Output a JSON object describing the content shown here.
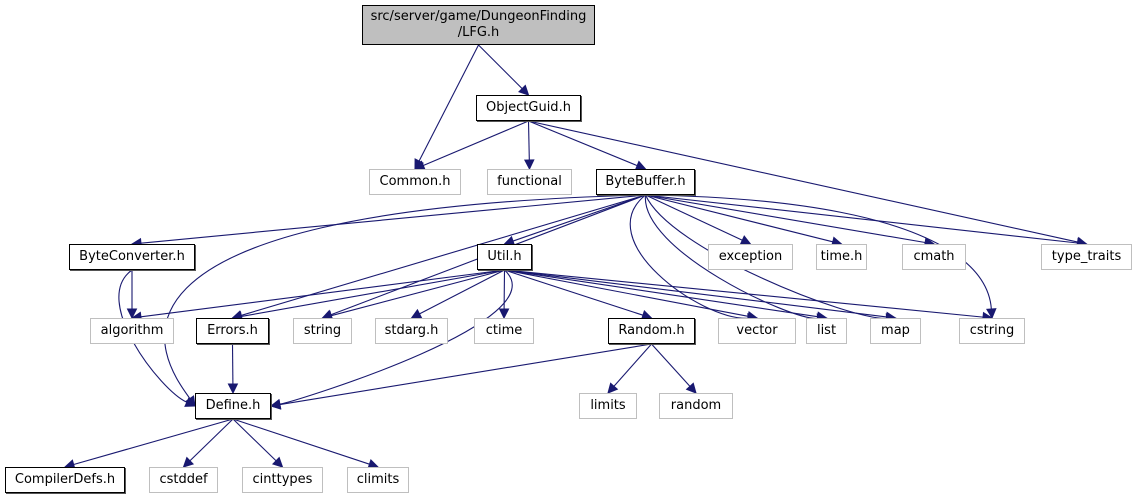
{
  "graph": {
    "title": "Include dependency graph for LFG.h",
    "colors": {
      "edge": "#191970",
      "root_fill": "#bfbfbf",
      "documented_border": "#000000",
      "external_border": "#bfbfbf"
    },
    "nodes": {
      "lfg": {
        "label": "src/server/game/DungeonFinding\n/LFG.h",
        "kind": "root"
      },
      "objectguid": {
        "label": "ObjectGuid.h",
        "kind": "documented"
      },
      "common": {
        "label": "Common.h",
        "kind": "external"
      },
      "functional": {
        "label": "functional",
        "kind": "external"
      },
      "bytebuffer": {
        "label": "ByteBuffer.h",
        "kind": "documented"
      },
      "byteconverter": {
        "label": "ByteConverter.h",
        "kind": "documented"
      },
      "util": {
        "label": "Util.h",
        "kind": "documented"
      },
      "exception": {
        "label": "exception",
        "kind": "external"
      },
      "timeh": {
        "label": "time.h",
        "kind": "external"
      },
      "cmath": {
        "label": "cmath",
        "kind": "external"
      },
      "type_traits": {
        "label": "type_traits",
        "kind": "external"
      },
      "algorithm": {
        "label": "algorithm",
        "kind": "external"
      },
      "errors": {
        "label": "Errors.h",
        "kind": "documented"
      },
      "string": {
        "label": "string",
        "kind": "external"
      },
      "stdarg": {
        "label": "stdarg.h",
        "kind": "external"
      },
      "ctime": {
        "label": "ctime",
        "kind": "external"
      },
      "random_h": {
        "label": "Random.h",
        "kind": "documented"
      },
      "vector": {
        "label": "vector",
        "kind": "external"
      },
      "list": {
        "label": "list",
        "kind": "external"
      },
      "map": {
        "label": "map",
        "kind": "external"
      },
      "cstring": {
        "label": "cstring",
        "kind": "external"
      },
      "define": {
        "label": "Define.h",
        "kind": "documented"
      },
      "limits": {
        "label": "limits",
        "kind": "external"
      },
      "random": {
        "label": "random",
        "kind": "external"
      },
      "compilerdefs": {
        "label": "CompilerDefs.h",
        "kind": "documented"
      },
      "cstddef": {
        "label": "cstddef",
        "kind": "external"
      },
      "cinttypes": {
        "label": "cinttypes",
        "kind": "external"
      },
      "climits": {
        "label": "climits",
        "kind": "external"
      }
    },
    "edges": [
      [
        "lfg",
        "common"
      ],
      [
        "lfg",
        "objectguid"
      ],
      [
        "objectguid",
        "common"
      ],
      [
        "objectguid",
        "functional"
      ],
      [
        "objectguid",
        "bytebuffer"
      ],
      [
        "objectguid",
        "type_traits"
      ],
      [
        "bytebuffer",
        "byteconverter"
      ],
      [
        "bytebuffer",
        "util"
      ],
      [
        "bytebuffer",
        "exception"
      ],
      [
        "bytebuffer",
        "timeh"
      ],
      [
        "bytebuffer",
        "cmath"
      ],
      [
        "bytebuffer",
        "type_traits"
      ],
      [
        "bytebuffer",
        "errors"
      ],
      [
        "bytebuffer",
        "string"
      ],
      [
        "bytebuffer",
        "vector"
      ],
      [
        "bytebuffer",
        "list"
      ],
      [
        "bytebuffer",
        "map"
      ],
      [
        "bytebuffer",
        "cstring"
      ],
      [
        "bytebuffer",
        "define"
      ],
      [
        "byteconverter",
        "algorithm"
      ],
      [
        "byteconverter",
        "define"
      ],
      [
        "util",
        "algorithm"
      ],
      [
        "util",
        "errors"
      ],
      [
        "util",
        "string"
      ],
      [
        "util",
        "stdarg"
      ],
      [
        "util",
        "ctime"
      ],
      [
        "util",
        "random_h"
      ],
      [
        "util",
        "vector"
      ],
      [
        "util",
        "list"
      ],
      [
        "util",
        "map"
      ],
      [
        "util",
        "cstring"
      ],
      [
        "util",
        "define"
      ],
      [
        "errors",
        "define"
      ],
      [
        "random_h",
        "define"
      ],
      [
        "random_h",
        "limits"
      ],
      [
        "random_h",
        "random"
      ],
      [
        "define",
        "compilerdefs"
      ],
      [
        "define",
        "cstddef"
      ],
      [
        "define",
        "cinttypes"
      ],
      [
        "define",
        "climits"
      ]
    ]
  }
}
